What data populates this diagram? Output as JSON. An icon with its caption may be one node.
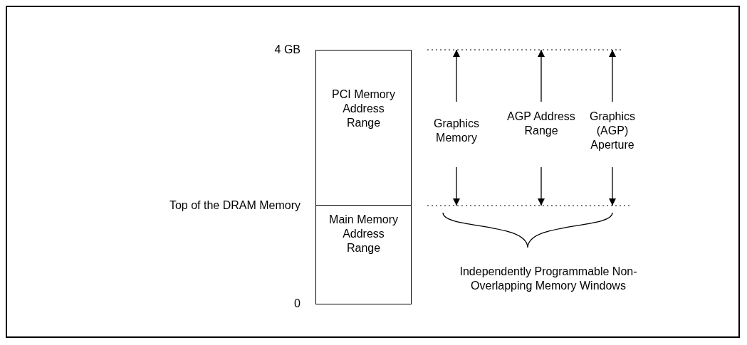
{
  "diagram": {
    "nodes": [
      {
        "text": [
          "PCI Memory Address Range"
        ]
      },
      {
        "text": [
          "Main Memory Address Range"
        ]
      }
    ],
    "edges": [],
    "labels": [
      "4 GB",
      "Graphics Memory",
      "AGP Address Range",
      "Graphics (AGP) Aperture",
      "Top of the DRAM Memory",
      "0",
      "Independently Programmable Non-Overlapping Memory Windows"
    ]
  }
}
